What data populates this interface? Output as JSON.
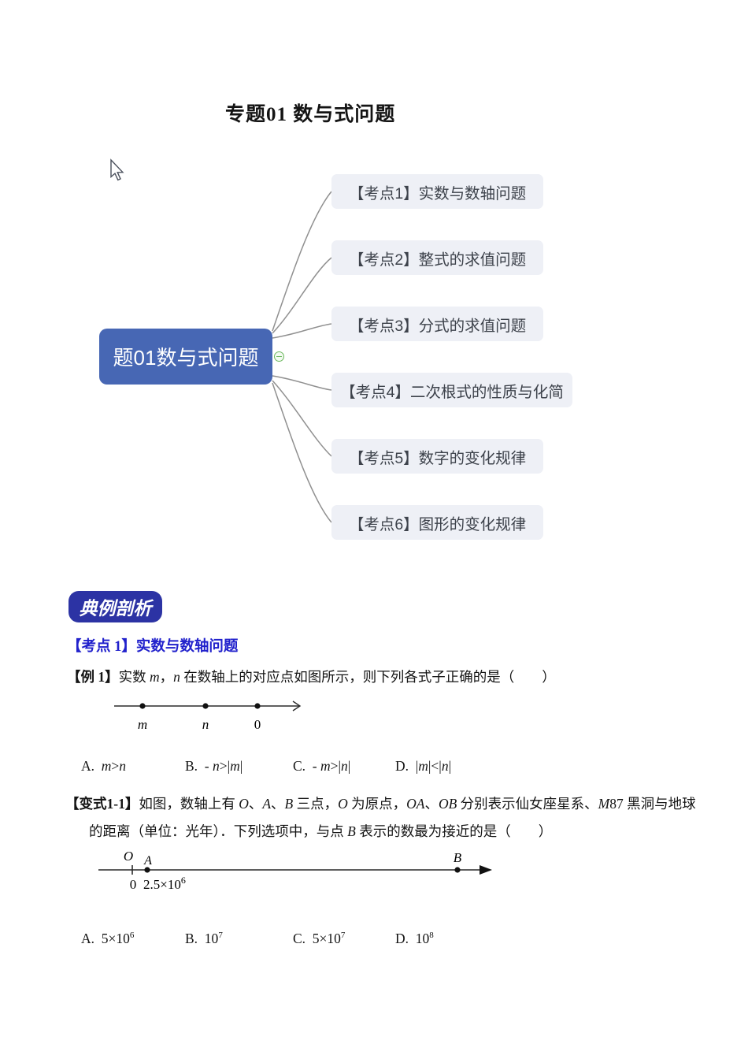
{
  "page": {
    "title": "专题01 数与式问题"
  },
  "colors": {
    "center_node_blue": "#4767b4",
    "topic_node_bg": "#eef0f6",
    "badge_bg": "#2c33a4",
    "heading_blue": "#2121cc",
    "collapse_green": "#6cb85f",
    "curve_gray": "#909090"
  },
  "mindmap": {
    "center_label": "题01数与式问题",
    "collapse_icon": "minus-in-circle",
    "topics": [
      {
        "label": "【考点1】实数与数轴问题"
      },
      {
        "label": "【考点2】整式的求值问题"
      },
      {
        "label": "【考点3】分式的求值问题"
      },
      {
        "label": "【考点4】二次根式的性质与化简"
      },
      {
        "label": "【考点5】数字的变化规律"
      },
      {
        "label": "【考点6】图形的变化规律"
      }
    ]
  },
  "badge": {
    "label": "典例剖析"
  },
  "section1": {
    "heading": "【考点 1】实数与数轴问题"
  },
  "example1": {
    "prompt_segments": [
      {
        "t": "【例 1】",
        "b": true
      },
      {
        "t": "实数 "
      },
      {
        "t": "m",
        "i": true
      },
      {
        "t": "，"
      },
      {
        "t": "n",
        "i": true
      },
      {
        "t": " 在数轴上的对应点如图所示，则下列各式子正确的是（　　）"
      }
    ],
    "numberline": {
      "point_labels": [
        "m",
        "n",
        "0"
      ]
    },
    "options": [
      [
        {
          "t": "A.  "
        },
        {
          "t": "m",
          "i": true
        },
        {
          "t": ">"
        },
        {
          "t": "n",
          "i": true
        }
      ],
      [
        {
          "t": "B.  - "
        },
        {
          "t": "n",
          "i": true
        },
        {
          "t": ">|"
        },
        {
          "t": "m",
          "i": true
        },
        {
          "t": "|"
        }
      ],
      [
        {
          "t": "C.  - "
        },
        {
          "t": "m",
          "i": true
        },
        {
          "t": ">|"
        },
        {
          "t": "n",
          "i": true
        },
        {
          "t": "|"
        }
      ],
      [
        {
          "t": "D.  |"
        },
        {
          "t": "m",
          "i": true
        },
        {
          "t": "|<|"
        },
        {
          "t": "n",
          "i": true
        },
        {
          "t": "|"
        }
      ]
    ]
  },
  "variant1": {
    "line1_segments": [
      {
        "t": "【变式1-1】",
        "b": true
      },
      {
        "t": "如图，数轴上有 "
      },
      {
        "t": "O",
        "i": true
      },
      {
        "t": "、"
      },
      {
        "t": "A",
        "i": true
      },
      {
        "t": "、"
      },
      {
        "t": "B",
        "i": true
      },
      {
        "t": " 三点，"
      },
      {
        "t": "O",
        "i": true
      },
      {
        "t": " 为原点，"
      },
      {
        "t": "OA",
        "i": true
      },
      {
        "t": "、"
      },
      {
        "t": "OB",
        "i": true
      },
      {
        "t": " 分别表示仙女座星系、"
      },
      {
        "t": "M",
        "i": true
      },
      {
        "t": "87 黑洞与地球"
      }
    ],
    "line2_segments": [
      {
        "t": "的距离（单位：光年）．下列选项中，与点 "
      },
      {
        "t": "B",
        "i": true
      },
      {
        "t": " 表示的数最为接近的是（　　）"
      }
    ],
    "numberline": {
      "above_labels": [
        "O",
        "A",
        "B"
      ],
      "origin_label": "0",
      "a_value": "2.5×10",
      "a_exp": "6"
    },
    "options": [
      [
        {
          "t": "A.  5×10"
        },
        {
          "t": "6",
          "sup": true
        }
      ],
      [
        {
          "t": "B.  10"
        },
        {
          "t": "7",
          "sup": true
        }
      ],
      [
        {
          "t": "C.  5×10"
        },
        {
          "t": "7",
          "sup": true
        }
      ],
      [
        {
          "t": "D.  10"
        },
        {
          "t": "8",
          "sup": true
        }
      ]
    ]
  }
}
